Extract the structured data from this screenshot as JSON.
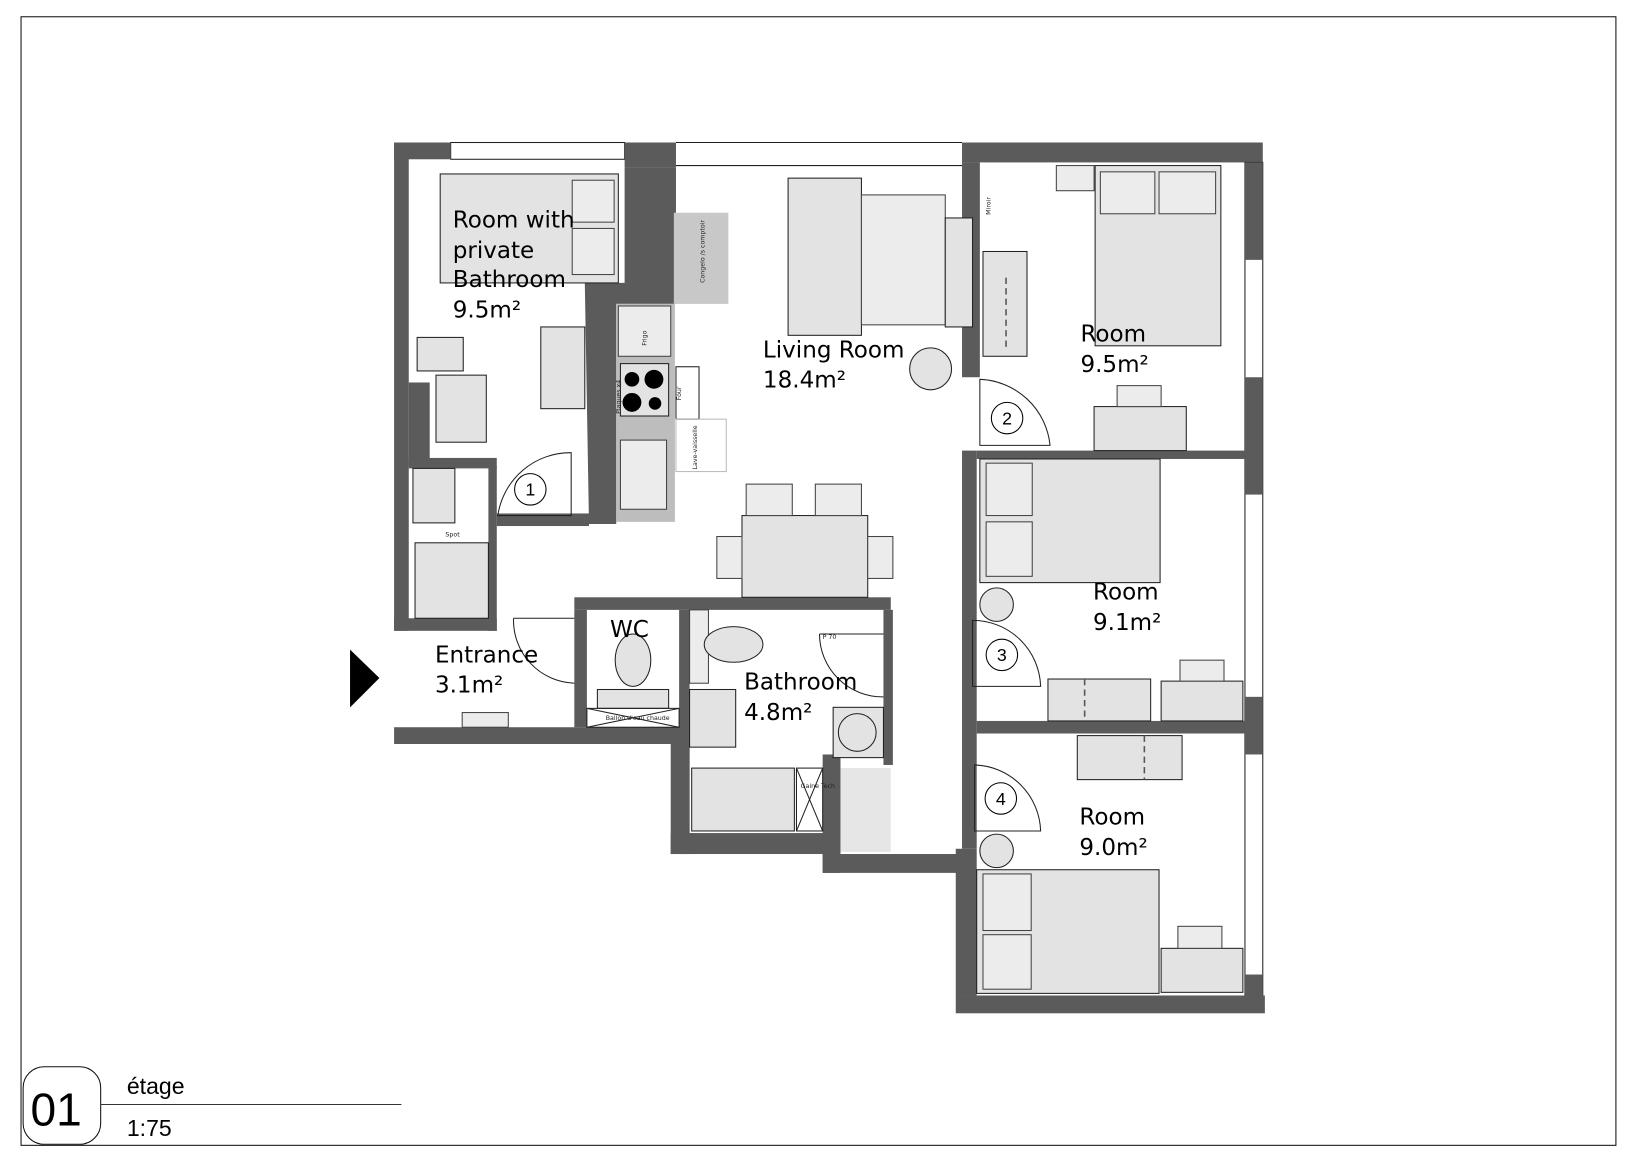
{
  "rooms": [
    {
      "number": "1",
      "name_lines": [
        "Room with",
        "private",
        "Bathroom"
      ],
      "area": "9.5m²"
    },
    {
      "name": "Living Room",
      "area": "18.4m²"
    },
    {
      "number": "2",
      "name": "Room",
      "area": "9.5m²"
    },
    {
      "number": "3",
      "name": "Room",
      "area": "9.1m²"
    },
    {
      "number": "4",
      "name": "Room",
      "area": "9.0m²"
    },
    {
      "name": "Entrance",
      "area": "3.1m²"
    },
    {
      "name": "WC"
    },
    {
      "name": "Bathroom",
      "area": "4.8m²"
    }
  ],
  "fixtures": {
    "freezer": "Congelo /s comptoir",
    "fridge": "Frigo",
    "hob": "Plaques x4",
    "oven": "Four",
    "dishwasher": "Lave-vaisselle",
    "shower_spot": "Spot",
    "water_heater": "Ballon d'eau chaude",
    "tech_shaft": "Gaine Tech",
    "door_p70": "P 70",
    "mirror": "Miroir"
  },
  "colors": {
    "walls": "#5b5b5b",
    "furniture": "#e3e3e3",
    "kitchen_counter": "#bdbdbd"
  },
  "title_block": {
    "number": "01",
    "level": "étage",
    "scale": "1:75"
  }
}
